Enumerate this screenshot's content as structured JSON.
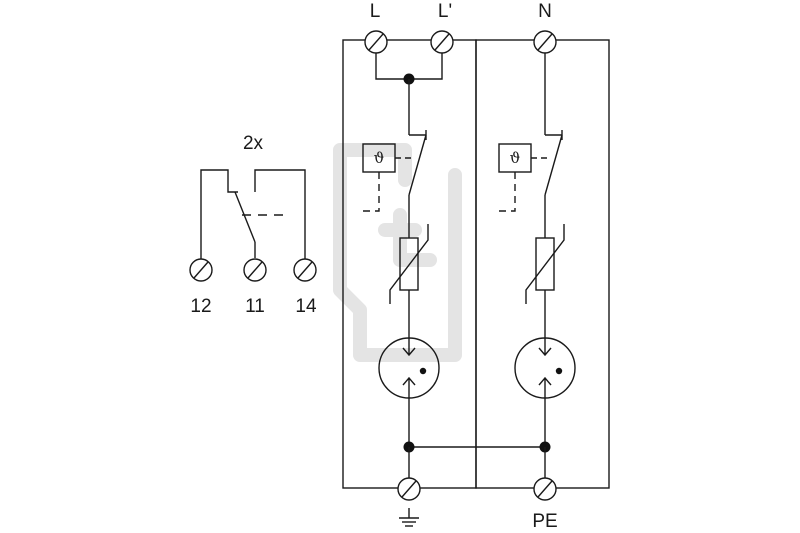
{
  "diagram": {
    "contact_multiplier": "2x",
    "aux_terminals": [
      "12",
      "11",
      "14"
    ],
    "top_terminals": [
      "L",
      "L'",
      "N"
    ],
    "bottom_labels": {
      "earth_symbol": "earth-ground",
      "pe": "PE"
    },
    "thermal_symbol": "ϑ",
    "colors": {
      "line": "#1a1a1a",
      "watermark": "#e4e4e4",
      "background": "#ffffff"
    }
  }
}
